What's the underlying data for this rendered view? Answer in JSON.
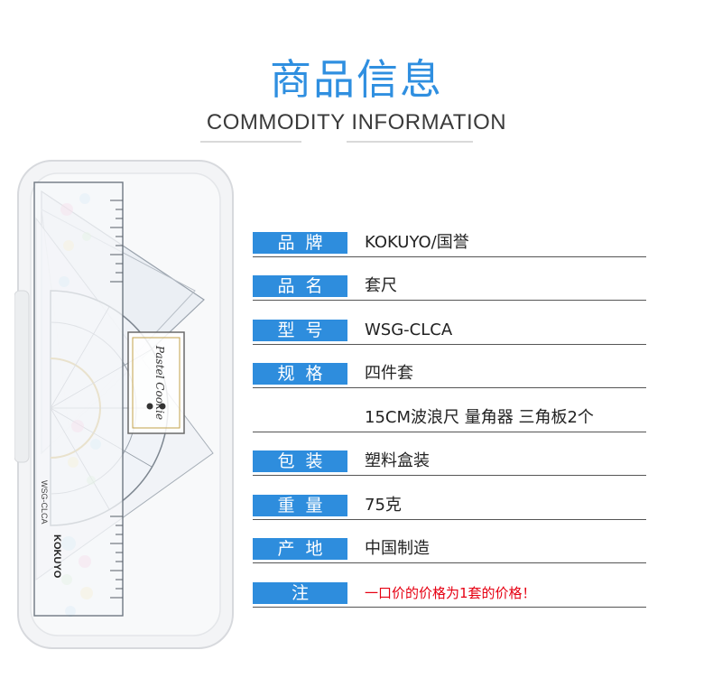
{
  "header": {
    "title_cn": "商品信息",
    "title_en": "COMMODITY INFORMATION"
  },
  "specs": [
    {
      "label": "品牌",
      "value": "KOKUYO/国誉"
    },
    {
      "label": "品名",
      "value": "套尺"
    },
    {
      "label": "型号",
      "value": "WSG-CLCA"
    },
    {
      "label": "规格",
      "value": "四件套"
    },
    {
      "label": "",
      "value": "15CM波浪尺 量角器 三角板2个"
    },
    {
      "label": "包装",
      "value": "塑料盒装"
    },
    {
      "label": "重量",
      "value": "75克"
    },
    {
      "label": "产地",
      "value": "中国制造"
    },
    {
      "label": "注",
      "value": "一口价的价格为1套的价格！"
    }
  ],
  "product_image": {
    "brand_text": "KOKUYO",
    "model_text": "WSG-CLCA",
    "badge_text": "Pastel Cookie"
  },
  "colors": {
    "accent": "#2e8ddd",
    "note": "#e60012"
  }
}
